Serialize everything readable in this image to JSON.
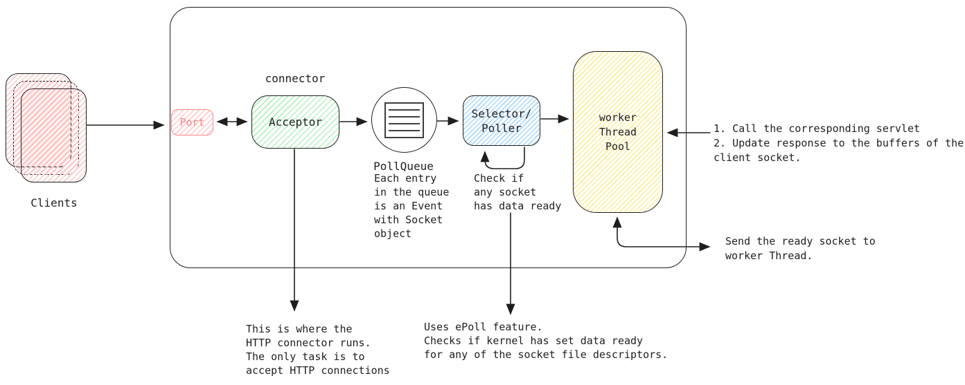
{
  "clients": {
    "label": "Clients"
  },
  "connector": {
    "label": "connector"
  },
  "port": {
    "label": "Port"
  },
  "acceptor": {
    "label": "Acceptor",
    "note": "This is where the\nHTTP connector runs.\nThe only task is to\naccept HTTP connections"
  },
  "pollqueue": {
    "title": "PollQueue",
    "note": "Each entry\nin the queue\nis an Event\nwith Socket\nobject",
    "icon": "document-lines-icon"
  },
  "selector": {
    "label": "Selector/\nPoller",
    "loop_note": "Check if\nany socket\nhas data ready",
    "epoll_note": "Uses ePoll feature.\nChecks if kernel has set data ready\nfor any of the socket file descriptors."
  },
  "worker_pool": {
    "label": "worker\nThread\nPool",
    "servlet_note": "1. Call the corresponding servlet\n2. Update response to the buffers of the\nclient socket.",
    "send_note": "Send the ready socket to\nworker Thread."
  },
  "colors": {
    "stroke": "#1e1e1e",
    "pink_fill": "#ffc9c9",
    "port_stroke": "#ff8787",
    "green_fill": "#b2f2bb",
    "blue_fill": "#a5d8ff",
    "yellow_fill": "#ffec99"
  }
}
